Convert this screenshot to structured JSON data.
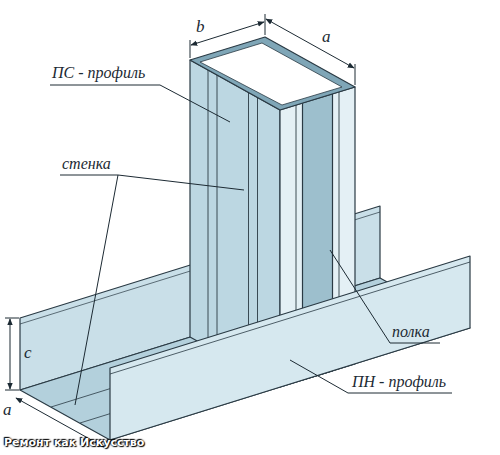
{
  "diagram": {
    "labels": [
      "b",
      "a",
      "ПС - профиль",
      "стенка",
      "полка",
      "c",
      "ПН - профиль",
      "a",
      "Ремонт как Искусство"
    ]
  }
}
